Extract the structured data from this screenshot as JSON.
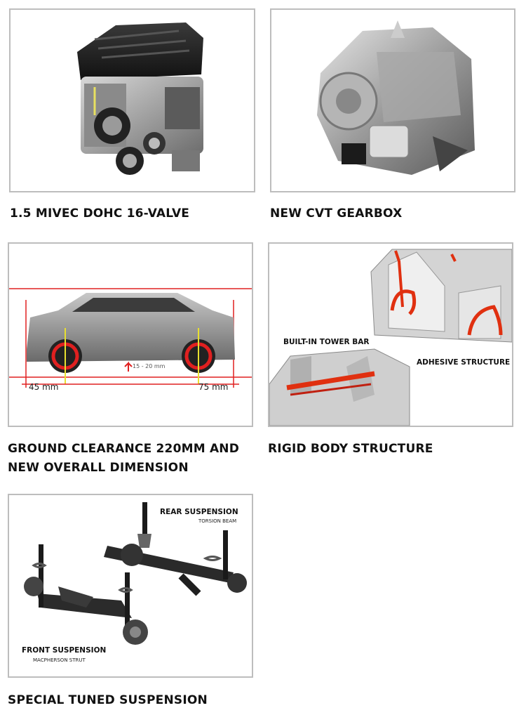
{
  "items": [
    {
      "caption": "1.5 MIVEC DOHC 16-VALVE",
      "image_icon": "engine-image"
    },
    {
      "caption": "NEW CVT GEARBOX",
      "image_icon": "gearbox-image"
    },
    {
      "caption_line1": "GROUND CLEARANCE 220MM AND",
      "caption_line2": "NEW OVERALL DIMENSION",
      "image_icon": "car-dimension-image",
      "front_overhang": "45 mm",
      "rear_overhang": "75 mm",
      "clearance": "15 - 20 mm"
    },
    {
      "caption": "RIGID BODY STRUCTURE",
      "image_icon": "body-structure-image",
      "label_tower": "BUILT-IN TOWER BAR",
      "label_adhesive": "ADHESIVE STRUCTURE"
    },
    {
      "caption": "SPECIAL TUNED SUSPENSION",
      "image_icon": "suspension-image",
      "rear_label": "REAR SUSPENSION",
      "rear_sub": "TORSION BEAM",
      "front_label": "FRONT SUSPENSION",
      "front_sub": "MACPHERSON STRUT"
    }
  ]
}
